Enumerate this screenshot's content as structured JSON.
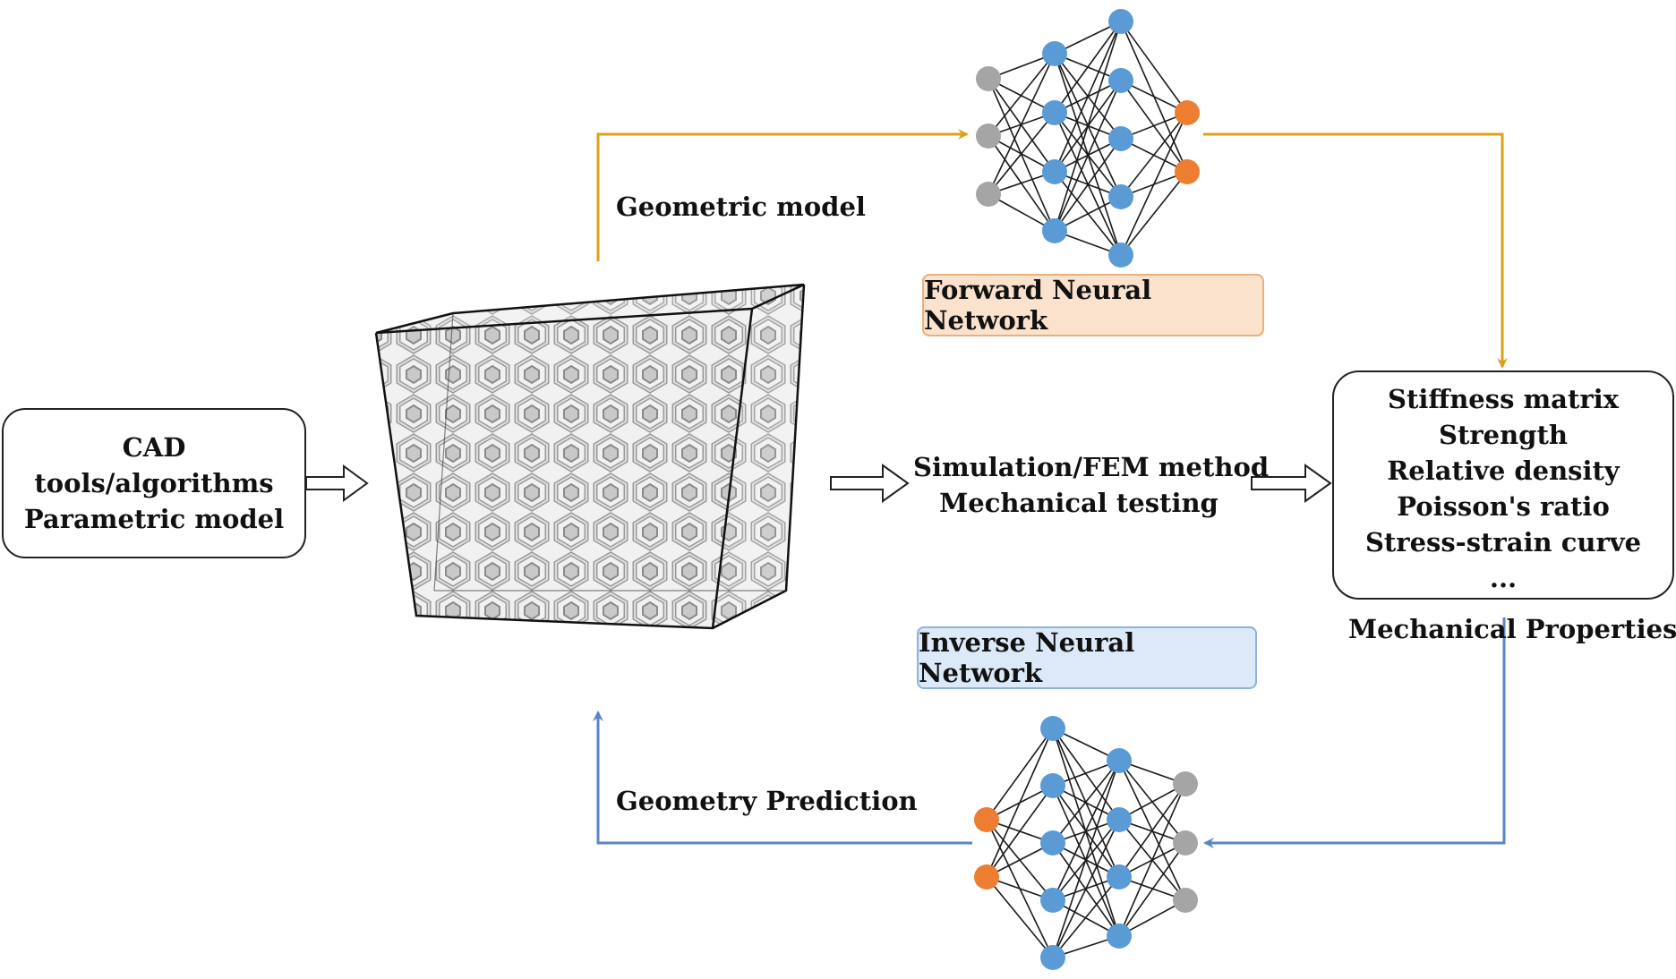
{
  "colors": {
    "forward_arrow": "#d9a21b",
    "inverse_arrow": "#5b86c4",
    "node_blue": "#5b9bd5",
    "node_orange": "#ed7d31",
    "node_gray": "#a5a5a5",
    "forward_pill_fill": "#fbe2cc",
    "forward_pill_border": "#e8b07d",
    "inverse_pill_fill": "#dce9f8",
    "inverse_pill_border": "#8fb2de"
  },
  "cad_box": {
    "lines": [
      "CAD tools/algorithms",
      "Parametric model"
    ]
  },
  "lattice": {
    "icon": "lattice-cube-icon"
  },
  "geometric_model_label": "Geometric model",
  "forward_network": {
    "label": "Forward Neural Network",
    "icon": "neural-network-icon"
  },
  "inverse_network": {
    "label": "Inverse Neural Network",
    "icon": "neural-network-icon"
  },
  "simulation": {
    "lines": [
      "Simulation/FEM method",
      "Mechanical testing"
    ]
  },
  "properties_box": {
    "lines": [
      "Stiffness matrix",
      "Strength",
      "Relative density",
      "Poisson's ratio",
      "Stress-strain curve",
      "..."
    ],
    "caption": "Mechanical Properties"
  },
  "geometry_prediction_label": "Geometry Prediction"
}
